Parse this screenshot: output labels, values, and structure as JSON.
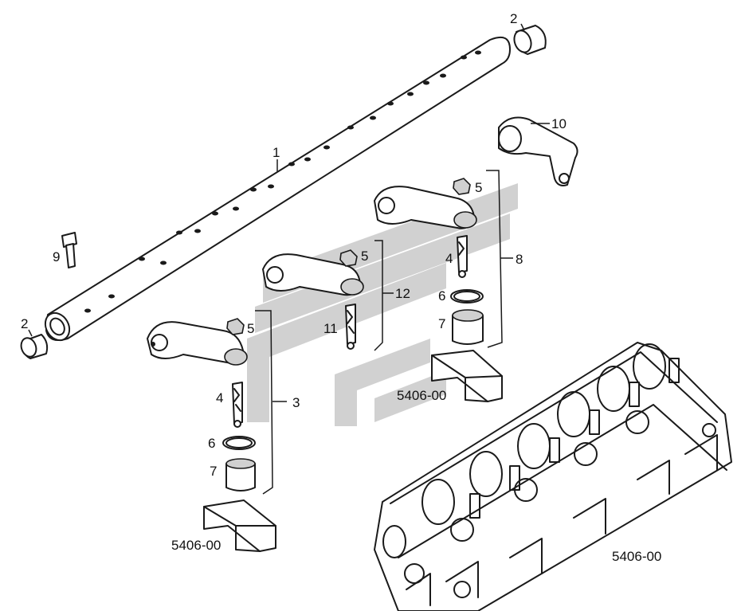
{
  "callouts": {
    "c1": "1",
    "c2_right": "2",
    "c2_left": "2",
    "c3": "3",
    "c4_left": "4",
    "c4_right": "4",
    "c5_left": "5",
    "c5_mid": "5",
    "c5_right": "5",
    "c6_left": "6",
    "c6_right": "6",
    "c7_left": "7",
    "c7_right": "7",
    "c8": "8",
    "c9": "9",
    "c10": "10",
    "c11": "11",
    "c12": "12"
  },
  "references": {
    "ref_left": "5406-00",
    "ref_center": "5406-00",
    "ref_right": "5406-00"
  },
  "colors": {
    "line": "#1a1a1a",
    "watermark": "#bdbdbd"
  }
}
